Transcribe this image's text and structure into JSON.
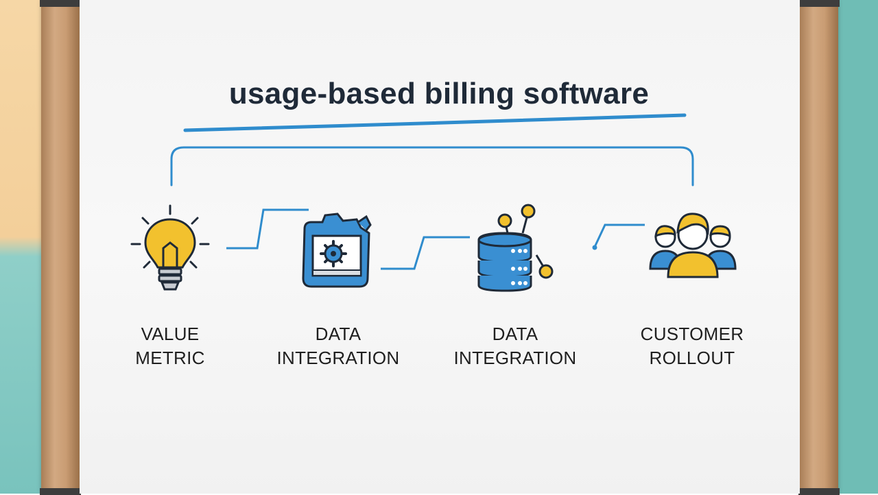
{
  "diagram": {
    "title": "usage-based billing software",
    "steps": [
      {
        "line1": "VALUE",
        "line2": "METRIC",
        "icon": "lightbulb-icon"
      },
      {
        "line1": "DATA",
        "line2": "INTEGRATION",
        "icon": "settings-window-icon"
      },
      {
        "line1": "DATA",
        "line2": "INTEGRATION",
        "icon": "database-icon"
      },
      {
        "line1": "CUSTOMER",
        "line2": "ROLLOUT",
        "icon": "users-group-icon"
      }
    ],
    "colors": {
      "accent_blue": "#2f8ccd",
      "icon_blue": "#3a8fd2",
      "icon_yellow": "#f2c12e",
      "outline": "#1f2a38"
    }
  }
}
